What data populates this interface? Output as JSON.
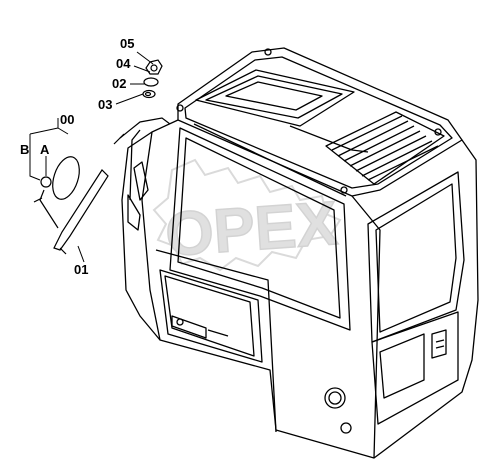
{
  "diagram": {
    "callouts": {
      "p05": "05",
      "p04": "04",
      "p02": "02",
      "p03": "03",
      "p00": "00",
      "pB": "B",
      "pA": "A",
      "p01": "01"
    },
    "watermark": "OPEX",
    "stroke_color": "#000000",
    "watermark_color": "#c8c8c8"
  }
}
